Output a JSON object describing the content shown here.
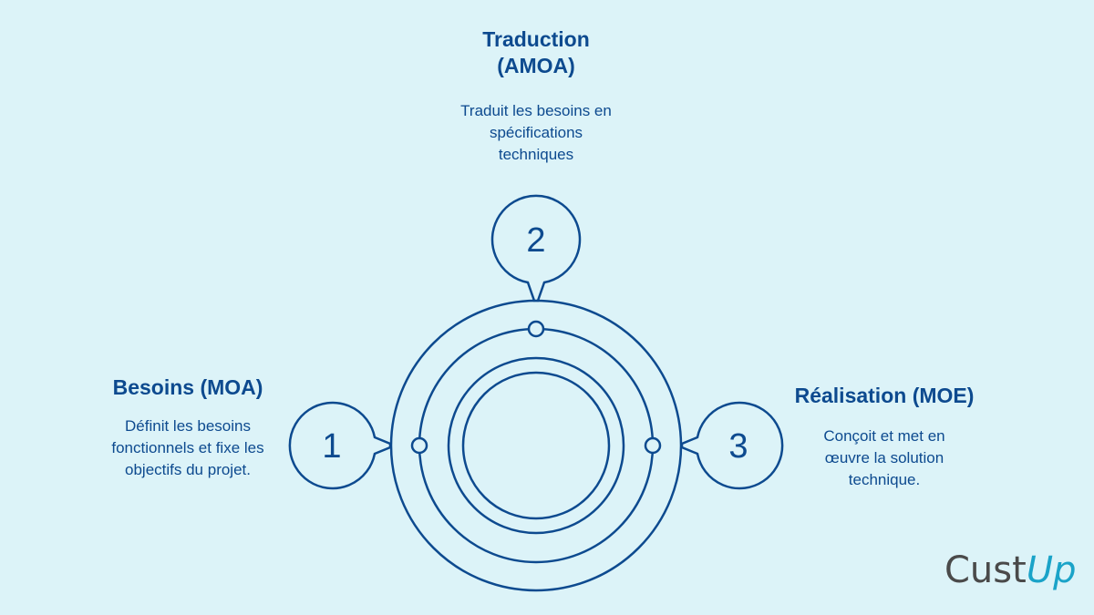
{
  "steps": [
    {
      "number": "1",
      "title": "Besoins (MOA)",
      "description": "Définit les besoins fonctionnels et fixe les objectifs du projet."
    },
    {
      "number": "2",
      "title": "Traduction (AMOA)",
      "description": "Traduit les besoins en spécifications techniques"
    },
    {
      "number": "3",
      "title": "Réalisation (MOE)",
      "description": "Conçoit et met en œuvre la solution technique."
    }
  ],
  "logo": {
    "part1": "Cust",
    "part2": "Up"
  },
  "colors": {
    "background": "#dcf3f8",
    "stroke": "#0d4a8f",
    "logo_accent": "#1aa3c8",
    "logo_dark": "#4a4a4a"
  }
}
